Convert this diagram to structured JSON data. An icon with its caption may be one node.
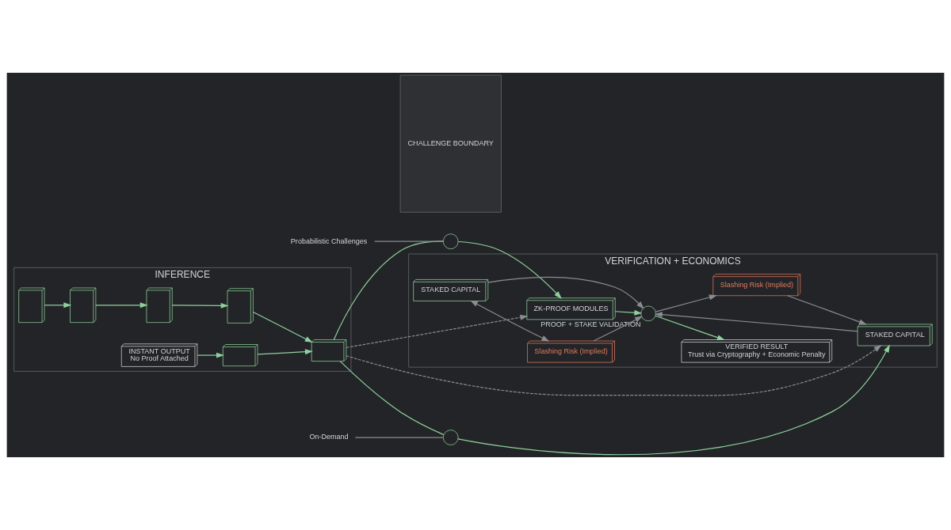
{
  "diagram": {
    "nodes": [
      {
        "text": [
          "INFERENCE"
        ]
      },
      {
        "text": [],
        "shape": "picture",
        "in": 0
      },
      {
        "text": [],
        "shape": "picture",
        "in": 0
      },
      {
        "text": [],
        "shape": "picture",
        "in": 0
      },
      {
        "text": [],
        "shape": "picture",
        "in": 0
      },
      {
        "text": [],
        "shape": "box",
        "in": 0
      },
      {
        "text": [],
        "shape": "box",
        "in": 0
      },
      {
        "text": [
          "INSTANT OUTPUT",
          "No Proof Attached"
        ],
        "in": 0
      },
      {
        "text": [
          "Probabilistic Challenges"
        ]
      },
      {
        "text": [],
        "shape": "circle"
      },
      {
        "text": [],
        "shape": "circle"
      },
      {
        "text": [
          "On-Demand"
        ]
      },
      {
        "text": [
          "CHALLENGE BOUNDARY"
        ]
      },
      {
        "text": [
          "VERIFICATION + ECONOMICS"
        ]
      },
      {
        "text": [
          "ZK-PROOF MODULES"
        ],
        "in": 13
      },
      {
        "text": [
          "STAKED CAPITAL"
        ],
        "in": 13
      },
      {
        "text": [
          "Slashing Risk (Implied)"
        ],
        "in": 13
      },
      {
        "text": [],
        "shape": "circle",
        "beside": [
          "PROOF + STAKE VALIDATION"
        ],
        "in": 13
      },
      {
        "text": [
          "STAKED CAPITAL"
        ],
        "in": 13
      },
      {
        "text": [
          "Slashing Risk (Implied)"
        ],
        "in": 13
      },
      {
        "text": [
          "VERIFIED RESULT",
          "Trust via Cryptography + Economic Penalty"
        ],
        "in": 13
      }
    ],
    "edges": [
      {
        "from": 1,
        "to": 2,
        "arrow": "to"
      },
      {
        "from": 2,
        "to": 3,
        "arrow": "to"
      },
      {
        "from": 3,
        "to": 4,
        "arrow": "to"
      },
      {
        "from": 4,
        "to": 6,
        "arrow": "to"
      },
      {
        "from": 7,
        "to": 5,
        "arrow": "to"
      },
      {
        "from": 5,
        "to": 6,
        "arrow": "to"
      },
      {
        "from": 6,
        "to": 9,
        "arrow": "none"
      },
      {
        "from": 9,
        "to": 14,
        "arrow": "to"
      },
      {
        "from": 6,
        "to": 14,
        "arrow": "to",
        "style": "dashed",
        "color": "#8a8d91"
      },
      {
        "from": 6,
        "to": 10,
        "arrow": "none"
      },
      {
        "from": 10,
        "to": 18,
        "arrow": "to"
      },
      {
        "from": 6,
        "to": 18,
        "arrow": "to",
        "style": "dashed",
        "color": "#8a8d91"
      },
      {
        "from": 8,
        "to": 9,
        "arrow": "none",
        "color": "#8a8d91"
      },
      {
        "from": 11,
        "to": 10,
        "arrow": "none",
        "color": "#8a8d91"
      },
      {
        "from": 14,
        "to": 17,
        "arrow": "to"
      },
      {
        "from": 15,
        "to": 17,
        "arrow": "to",
        "color": "#8a8d91"
      },
      {
        "from": 15,
        "to": 16,
        "arrow": "both",
        "color": "#8a8d91"
      },
      {
        "from": 16,
        "to": 17,
        "arrow": "to",
        "color": "#8a8d91"
      },
      {
        "from": 18,
        "to": 17,
        "arrow": "to",
        "color": "#8a8d91"
      },
      {
        "from": 17,
        "to": 19,
        "arrow": "to",
        "color": "#8a8d91"
      },
      {
        "from": 19,
        "to": 18,
        "arrow": "to",
        "color": "#8a8d91"
      },
      {
        "from": 17,
        "to": 20,
        "arrow": "to"
      }
    ]
  }
}
